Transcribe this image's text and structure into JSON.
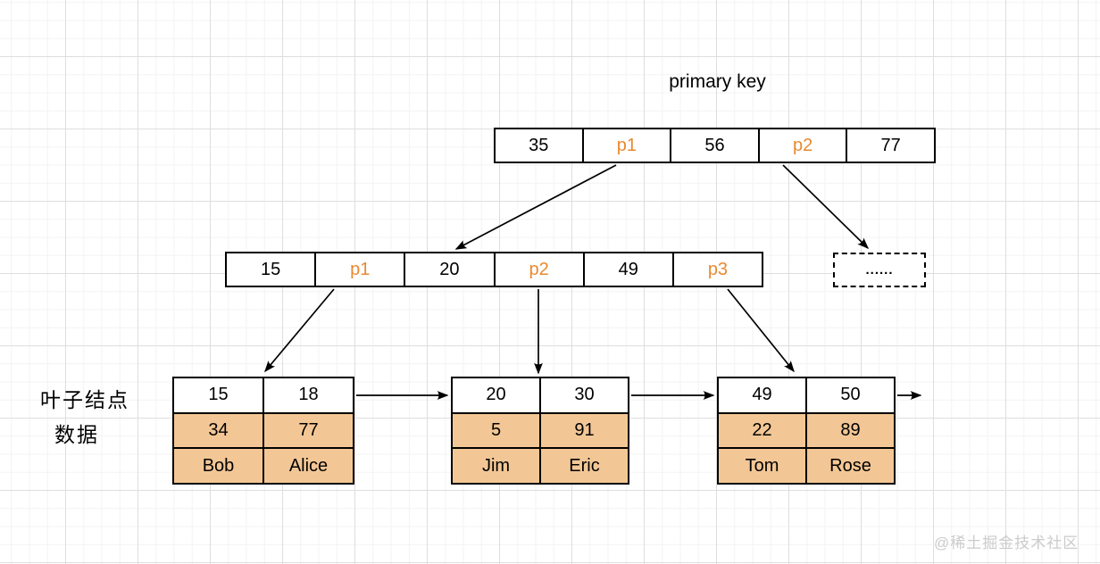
{
  "labels": {
    "primary_key": "primary key",
    "leaf_side_line1": "叶子结点",
    "leaf_side_line2": "数据",
    "ellipsis": "......",
    "watermark": "@稀土掘金技术社区"
  },
  "colors": {
    "pointer_text": "#E8892F",
    "leaf_row_fill": "#F3C795",
    "node_border": "#000000",
    "grid_minor": "#F3F3F3",
    "grid_major": "#DEDEDE",
    "watermark_text": "#CBCBCB",
    "background": "#FFFFFF"
  },
  "root_node": {
    "cells": [
      "35",
      "p1",
      "56",
      "p2",
      "77"
    ]
  },
  "internal_node": {
    "cells": [
      "15",
      "p1",
      "20",
      "p2",
      "49",
      "p3"
    ]
  },
  "leaf_nodes": [
    {
      "keys": [
        "15",
        "18"
      ],
      "row2": [
        "34",
        "77"
      ],
      "row3": [
        "Bob",
        "Alice"
      ]
    },
    {
      "keys": [
        "20",
        "30"
      ],
      "row2": [
        "5",
        "91"
      ],
      "row3": [
        "Jim",
        "Eric"
      ]
    },
    {
      "keys": [
        "49",
        "50"
      ],
      "row2": [
        "22",
        "89"
      ],
      "row3": [
        "Tom",
        "Rose"
      ]
    }
  ]
}
